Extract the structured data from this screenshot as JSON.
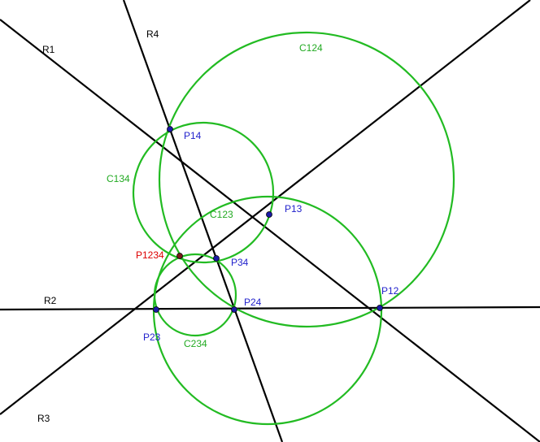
{
  "colors": {
    "line": "#000000",
    "circle": "#22bb22",
    "point": "#1a1aa6",
    "point_label": "#2222cc",
    "circle_label": "#22aa22",
    "miquel": "#dd0000"
  },
  "lines": [
    {
      "id": "R1",
      "label": "R1"
    },
    {
      "id": "R2",
      "label": "R2"
    },
    {
      "id": "R3",
      "label": "R3"
    },
    {
      "id": "R4",
      "label": "R4"
    }
  ],
  "circles": [
    {
      "id": "C124",
      "label": "C124"
    },
    {
      "id": "C134",
      "label": "C134"
    },
    {
      "id": "C123",
      "label": "C123"
    },
    {
      "id": "C234",
      "label": "C234"
    }
  ],
  "points": [
    {
      "id": "P14",
      "label": "P14"
    },
    {
      "id": "P13",
      "label": "P13"
    },
    {
      "id": "P34",
      "label": "P34"
    },
    {
      "id": "P1234",
      "label": "P1234"
    },
    {
      "id": "P24",
      "label": "P24"
    },
    {
      "id": "P23",
      "label": "P23"
    },
    {
      "id": "P12",
      "label": "P12"
    }
  ]
}
